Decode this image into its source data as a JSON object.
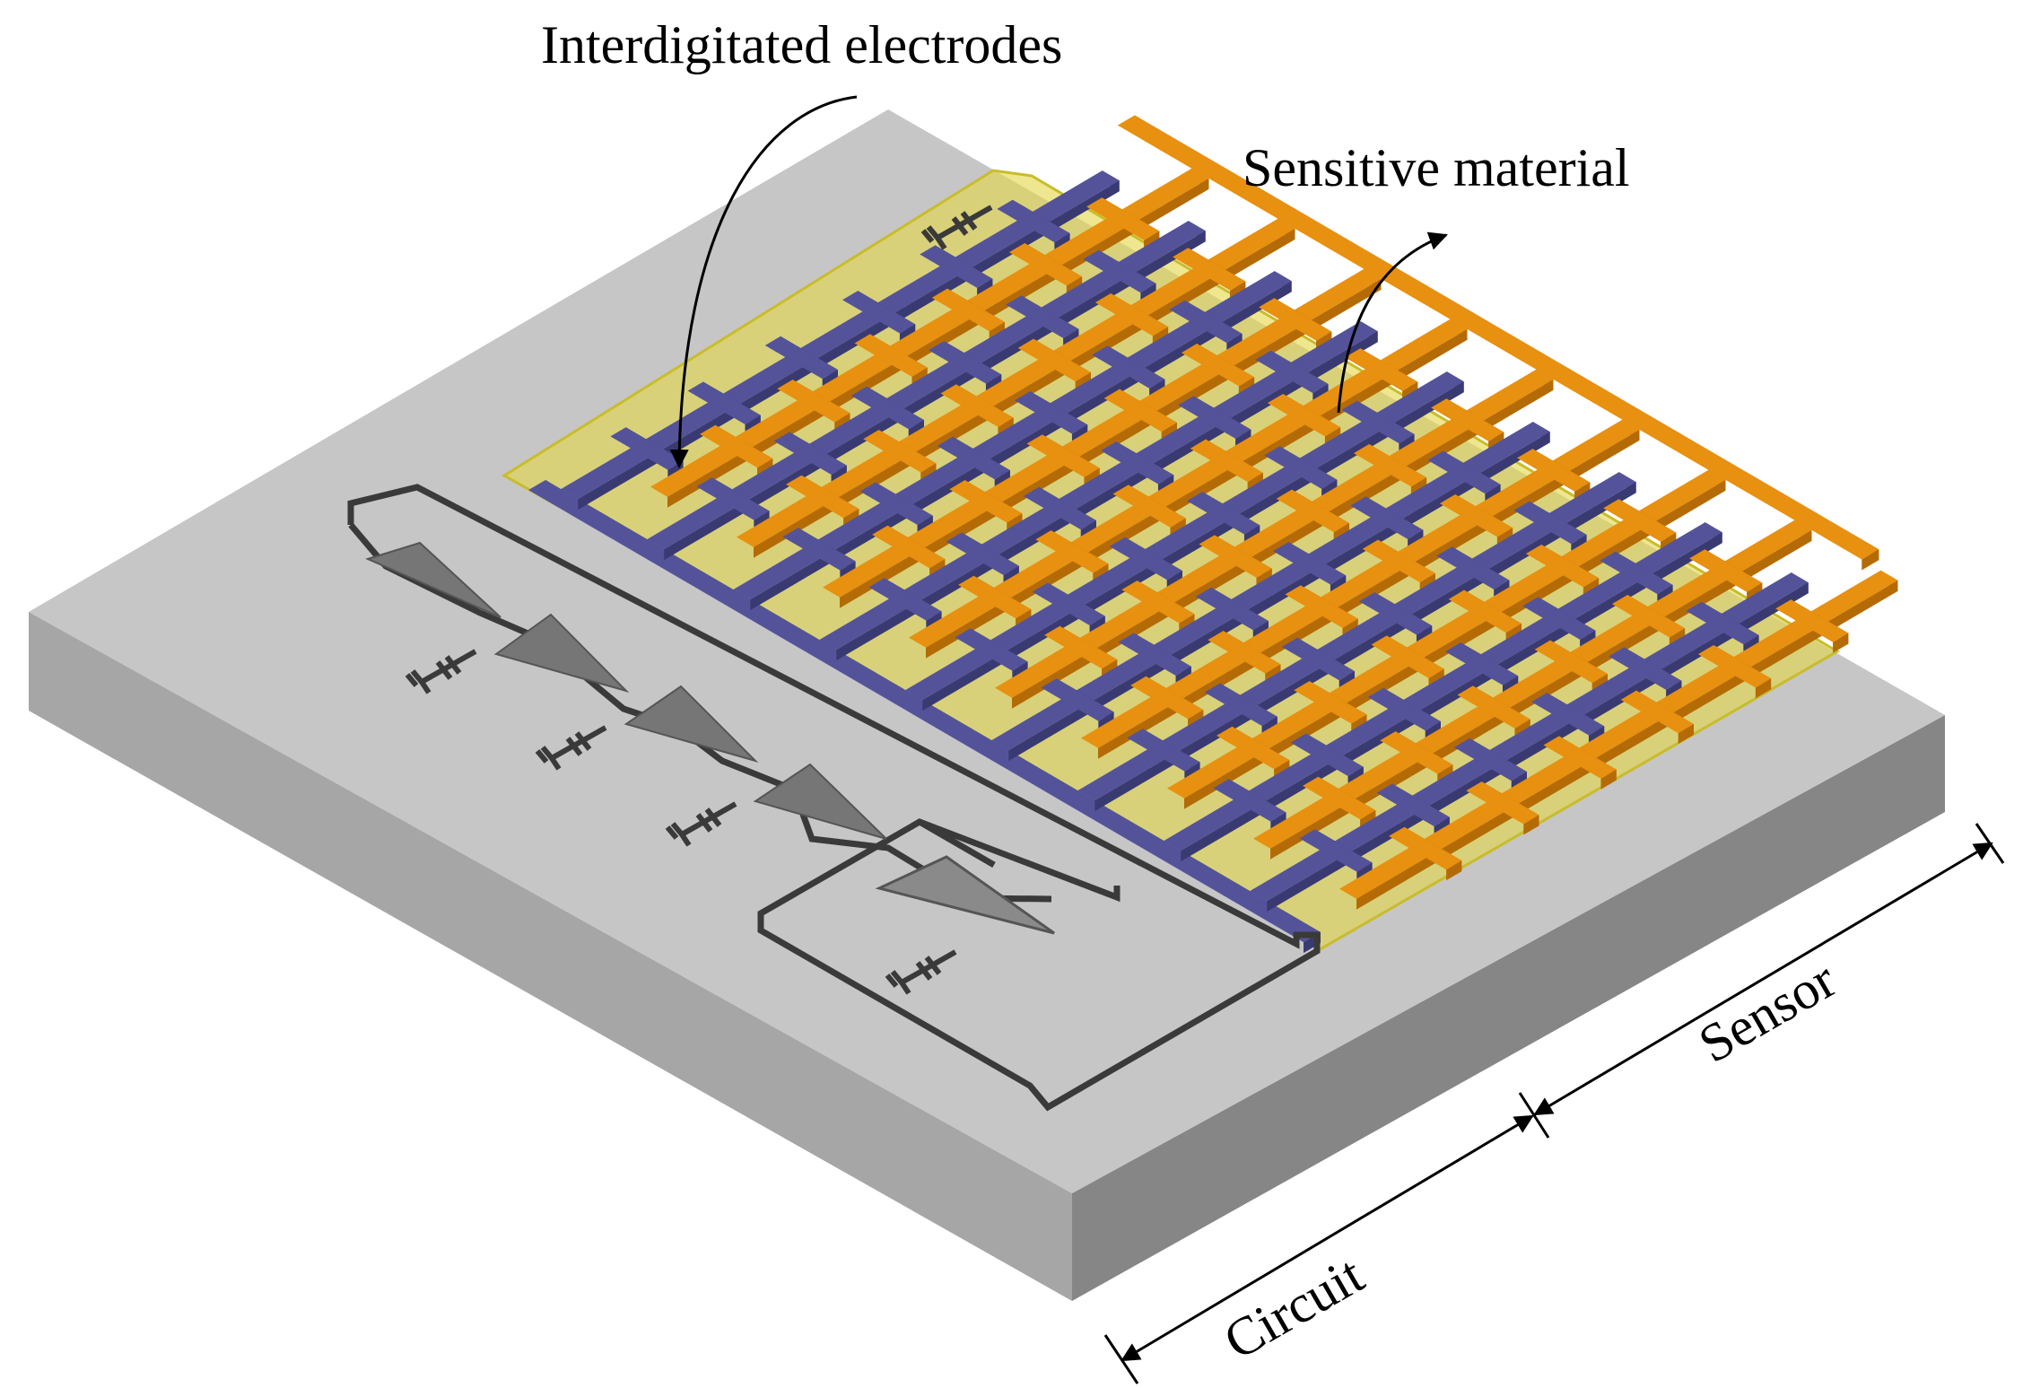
{
  "labels": {
    "electrodes": "Interdigitated electrodes",
    "material": "Sensitive material",
    "circuit": "Circuit",
    "sensor": "Sensor"
  },
  "colors": {
    "substrate_top": "#c4c4c4",
    "substrate_left": "#a9a9a9",
    "substrate_right": "#8a8a8a",
    "electrode_a": "#e8900f",
    "electrode_a_side": "#b56b05",
    "electrode_b": "#54539a",
    "electrode_b_side": "#3a3a73",
    "sensitive_film": "#e4d84a",
    "circuit_line": "#3a3a3a",
    "amplifier": "#767676"
  },
  "icons": {
    "amplifiers": "triangle-amplifier-icon",
    "capacitors": "capacitor-icon",
    "grounds": "ground-icon"
  }
}
